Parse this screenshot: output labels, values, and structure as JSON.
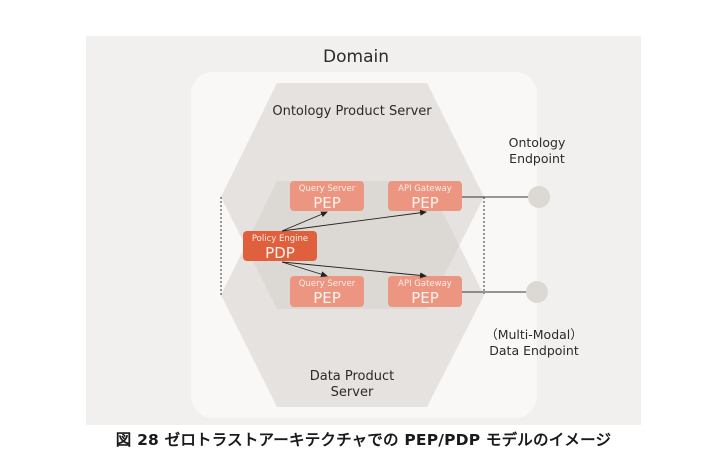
{
  "domain_label": "Domain",
  "servers": {
    "ontology_product_server": "Ontology Product Server",
    "data_product_server_line1": "Data Product",
    "data_product_server_line2": "Server"
  },
  "endpoints": {
    "ontology_line1": "Ontology",
    "ontology_line2": "Endpoint",
    "data_line1": "（Multi-Modal）",
    "data_line2": "Data Endpoint"
  },
  "pdp": {
    "title": "Policy Engine",
    "label": "PDP"
  },
  "peps": [
    {
      "title": "Query Server",
      "label": "PEP"
    },
    {
      "title": "API Gateway",
      "label": "PEP"
    },
    {
      "title": "Query Server",
      "label": "PEP"
    },
    {
      "title": "API Gateway",
      "label": "PEP"
    }
  ],
  "colors": {
    "outer_bg": "#f2f0ee",
    "domain_bg": "#f9f8f7",
    "hexagon": "#e5e2df",
    "hexagon_overlap": "#dcd8d4",
    "pdp": "#e0603d",
    "pep": "#ec9580",
    "endpoint": "#dcd8d4",
    "line": "#333333"
  },
  "caption": "図 28 ゼロトラストアーキテクチャでの PEP/PDP モデルのイメージ"
}
